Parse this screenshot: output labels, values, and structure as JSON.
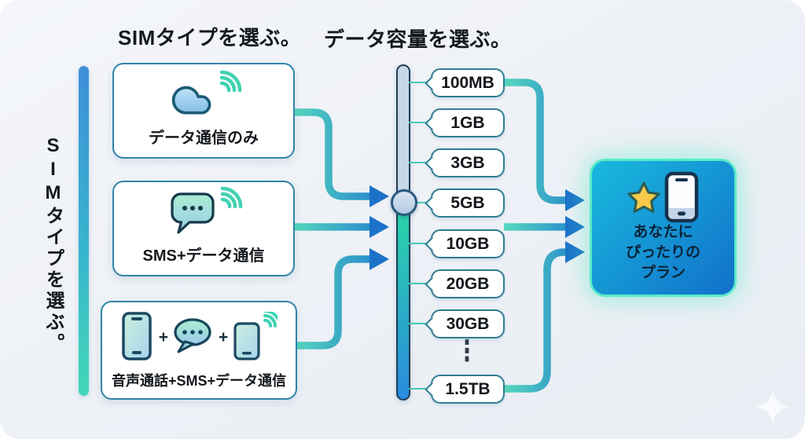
{
  "headers": {
    "sim_type": "SIMタイプを選ぶ。",
    "data_capacity": "データ容量を選ぶ。"
  },
  "left_rail": {
    "label": "SIMタイプを選ぶ。"
  },
  "sim_cards": [
    {
      "label": "データ通信のみ",
      "icon": "cloud-wifi-icon"
    },
    {
      "label": "SMS+データ通信",
      "icon": "chat-bubble-wifi-icon"
    },
    {
      "label": "音声通話+SMS+データ通信",
      "icon": "phone-chat-phone-wifi-icon",
      "plus": "+"
    }
  ],
  "capacity_slider": {
    "options": [
      "100MB",
      "1GB",
      "3GB",
      "5GB",
      "10GB",
      "20GB",
      "30GB",
      "1.5TB"
    ],
    "more_indicator": "⋮"
  },
  "result_card": {
    "lines": [
      "あなたに",
      "ぴったりの",
      "プラン"
    ],
    "icons": [
      "star-icon",
      "smartphone-icon"
    ]
  },
  "colors": {
    "background": "#eef1f6",
    "card_border": "#2f86a8",
    "arrow_teal": "#58d9bd",
    "arrow_blue": "#1f7ecf",
    "arrow_head": "#1b72c8",
    "slider_track": "#c6d7e5",
    "slider_fill_top": "#2ad5a7",
    "slider_fill_bottom": "#2a8ade",
    "result_gradient_start": "#19bade",
    "result_gradient_end": "#1170ca",
    "result_border": "#5beac9",
    "star_gold": "#f6c94a",
    "text_dark": "#14181c"
  }
}
